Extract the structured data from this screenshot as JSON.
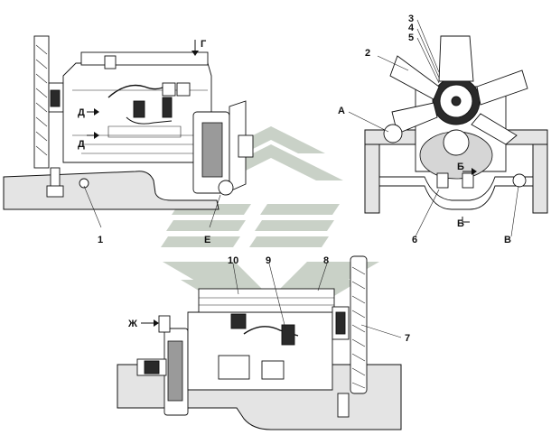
{
  "callouts": {
    "c1": "1",
    "c2": "2",
    "c3": "3",
    "c4": "4",
    "c5": "5",
    "c6": "6",
    "c7": "7",
    "c8": "8",
    "c9": "9",
    "c10": "10",
    "cA": "А",
    "cB": "В",
    "cE": "Е",
    "cG": "Г",
    "cD1": "Д",
    "cD2": "Д",
    "cB1": "Б",
    "cB2": "Б",
    "cZh": "Ж"
  },
  "colors": {
    "line": "#111111",
    "frame_fill": "#e4e4e4",
    "watermark": "#c9d1c7"
  }
}
